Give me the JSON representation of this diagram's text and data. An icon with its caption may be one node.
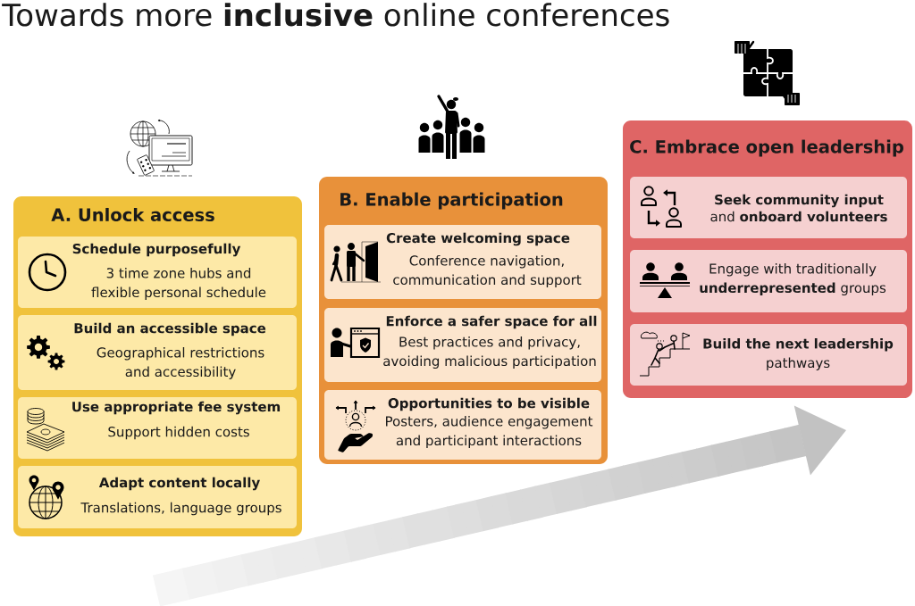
{
  "diagram": {
    "title": "Towards more **inclusive** online conferences",
    "nodes": [
      {
        "text": [
          "A. Unlock access"
        ]
      },
      {
        "text": [
          "Schedule purposefully",
          "3 time zone hubs and flexible personal schedule"
        ],
        "in": 0
      },
      {
        "text": [
          "Build an accessible space",
          "Geographical restrictions and accessibility"
        ],
        "in": 0
      },
      {
        "text": [
          "Use appropriate fee system",
          "Support hidden costs"
        ],
        "in": 0
      },
      {
        "text": [
          "Adapt content locally",
          "Translations, language groups"
        ],
        "in": 0
      },
      {
        "text": [
          "B. Enable participation"
        ]
      },
      {
        "text": [
          "Create welcoming space",
          "Conference navigation, communication and support"
        ],
        "in": 5
      },
      {
        "text": [
          "Enforce a safer space for all",
          "Best practices and privacy, avoiding malicious participation"
        ],
        "in": 5
      },
      {
        "text": [
          "Opportunities to be visible",
          "Posters, audience engagement and participant interactions"
        ],
        "in": 5
      },
      {
        "text": [
          "C. Embrace open leadership"
        ]
      },
      {
        "text": [
          "**Seek community input** and **onboard volunteers**"
        ],
        "in": 9
      },
      {
        "text": [
          "Engage with traditionally **underrepresented** groups"
        ],
        "in": 9
      },
      {
        "text": [
          "**Build the next leadership** pathways"
        ],
        "in": 9
      }
    ]
  }
}
